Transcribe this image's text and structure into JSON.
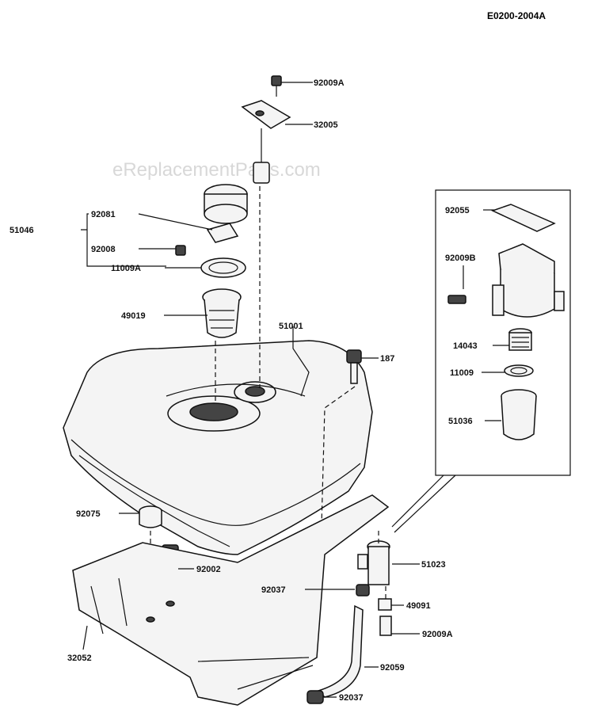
{
  "diagram_code": "E0200-2004A",
  "watermark": "eReplacementParts.com",
  "parts": {
    "p92009A_top": "92009A",
    "p32005": "32005",
    "p92081": "92081",
    "p51046": "51046",
    "p92008": "92008",
    "p11009A": "11009A",
    "p49019": "49019",
    "p51001": "51001",
    "p187": "187",
    "p92055": "92055",
    "p92009B": "92009B",
    "p14043": "14043",
    "p11009": "11009",
    "p51036": "51036",
    "p92075": "92075",
    "p92002": "92002",
    "p51023": "51023",
    "p92037_mid": "92037",
    "p49091": "49091",
    "p92009A_bot": "92009A",
    "p32052": "32052",
    "p92059": "92059",
    "p92037_bot": "92037"
  }
}
